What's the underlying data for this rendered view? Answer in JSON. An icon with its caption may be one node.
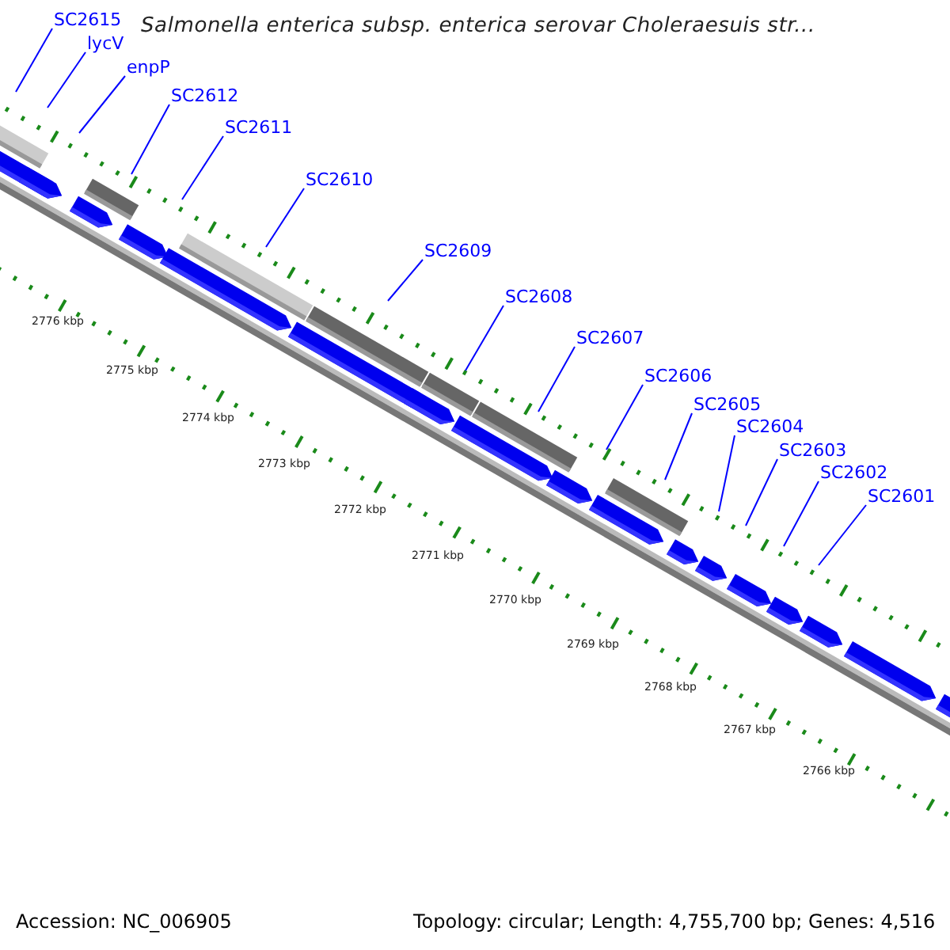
{
  "diagram": {
    "title": "Salmonella enterica subsp. enterica serovar Choleraesuis str...",
    "nodes": [
      {
        "text": [
          "SC2615"
        ]
      },
      {
        "text": [
          "lycV"
        ]
      },
      {
        "text": [
          "enpP"
        ]
      },
      {
        "text": [
          "SC2612"
        ]
      },
      {
        "text": [
          "SC2611"
        ]
      },
      {
        "text": [
          "SC2610"
        ]
      },
      {
        "text": [
          "SC2609"
        ]
      },
      {
        "text": [
          "SC2608"
        ]
      },
      {
        "text": [
          "SC2607"
        ]
      },
      {
        "text": [
          "SC2606"
        ]
      },
      {
        "text": [
          "SC2605"
        ]
      },
      {
        "text": [
          "SC2604"
        ]
      },
      {
        "text": [
          "SC2603"
        ]
      },
      {
        "text": [
          "SC2602"
        ]
      },
      {
        "text": [
          "SC2601"
        ]
      }
    ],
    "edges": [
      {
        "from": 0,
        "to": null,
        "arrow": "none"
      },
      {
        "from": 1,
        "to": null,
        "arrow": "none"
      },
      {
        "from": 2,
        "to": null,
        "arrow": "none"
      },
      {
        "from": 3,
        "to": null,
        "arrow": "none"
      },
      {
        "from": 4,
        "to": null,
        "arrow": "none"
      },
      {
        "from": 5,
        "to": null,
        "arrow": "none"
      },
      {
        "from": 6,
        "to": null,
        "arrow": "none"
      },
      {
        "from": 7,
        "to": null,
        "arrow": "none"
      },
      {
        "from": 8,
        "to": null,
        "arrow": "none"
      },
      {
        "from": 9,
        "to": null,
        "arrow": "none"
      },
      {
        "from": 10,
        "to": null,
        "arrow": "none"
      },
      {
        "from": 11,
        "to": null,
        "arrow": "none"
      },
      {
        "from": 12,
        "to": null,
        "arrow": "none"
      },
      {
        "from": 13,
        "to": null,
        "arrow": "none"
      },
      {
        "from": 14,
        "to": null,
        "arrow": "none"
      }
    ],
    "labels": [
      "2776 kbp",
      "2775 kbp",
      "2774 kbp",
      "2773 kbp",
      "2772 kbp",
      "2771 kbp",
      "2770 kbp",
      "2769 kbp",
      "2768 kbp",
      "2767 kbp",
      "2766 kbp",
      "Accession: NC_006905",
      "Topology: circular; Length: 4,755,700 bp; Genes: 4,516"
    ]
  }
}
